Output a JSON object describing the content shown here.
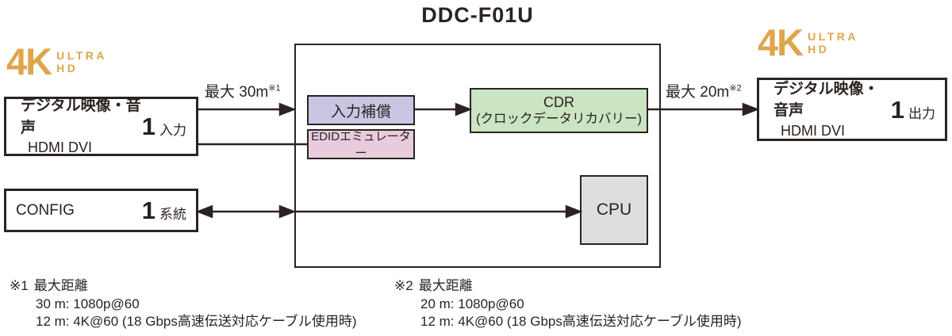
{
  "title": "DDC-F01U",
  "logo": {
    "k4": "4K",
    "ultra": "ULTRA",
    "hd": "HD"
  },
  "input_box": {
    "title": "デジタル映像・音声",
    "sub": "HDMI DVI",
    "count": "1",
    "count_label": "入力"
  },
  "output_box": {
    "title": "デジタル映像・音声",
    "sub": "HDMI DVI",
    "count": "1",
    "count_label": "出力"
  },
  "config_box": {
    "label": "CONFIG",
    "count": "1",
    "count_label": "系統"
  },
  "labels": {
    "max_in": {
      "text": "最大 30m",
      "sup": "※1"
    },
    "max_out": {
      "text": "最大 20m",
      "sup": "※2"
    }
  },
  "blocks": {
    "input_comp": "入力補償",
    "edid": "EDIDエミュレーター",
    "cdr_line1": "CDR",
    "cdr_line2": "(クロックデータリカバリー)",
    "cpu": "CPU"
  },
  "notes": [
    {
      "marker": "※1",
      "heading": "最大距離",
      "lines": [
        "30 m: 1080p@60",
        "12 m: 4K@60 (18 Gbps高速伝送対応ケーブル使用時)"
      ]
    },
    {
      "marker": "※2",
      "heading": "最大距離",
      "lines": [
        "20 m: 1080p@60",
        "12 m: 4K@60 (18 Gbps高速伝送対応ケーブル使用時)"
      ]
    }
  ],
  "colors": {
    "accent_gold": "#dfa54c",
    "block_purple": "#c9c6e3",
    "block_pink": "#e8cbdd",
    "block_green": "#cbe4c2",
    "block_gray": "#dedede",
    "line_dark": "#2b2320"
  }
}
